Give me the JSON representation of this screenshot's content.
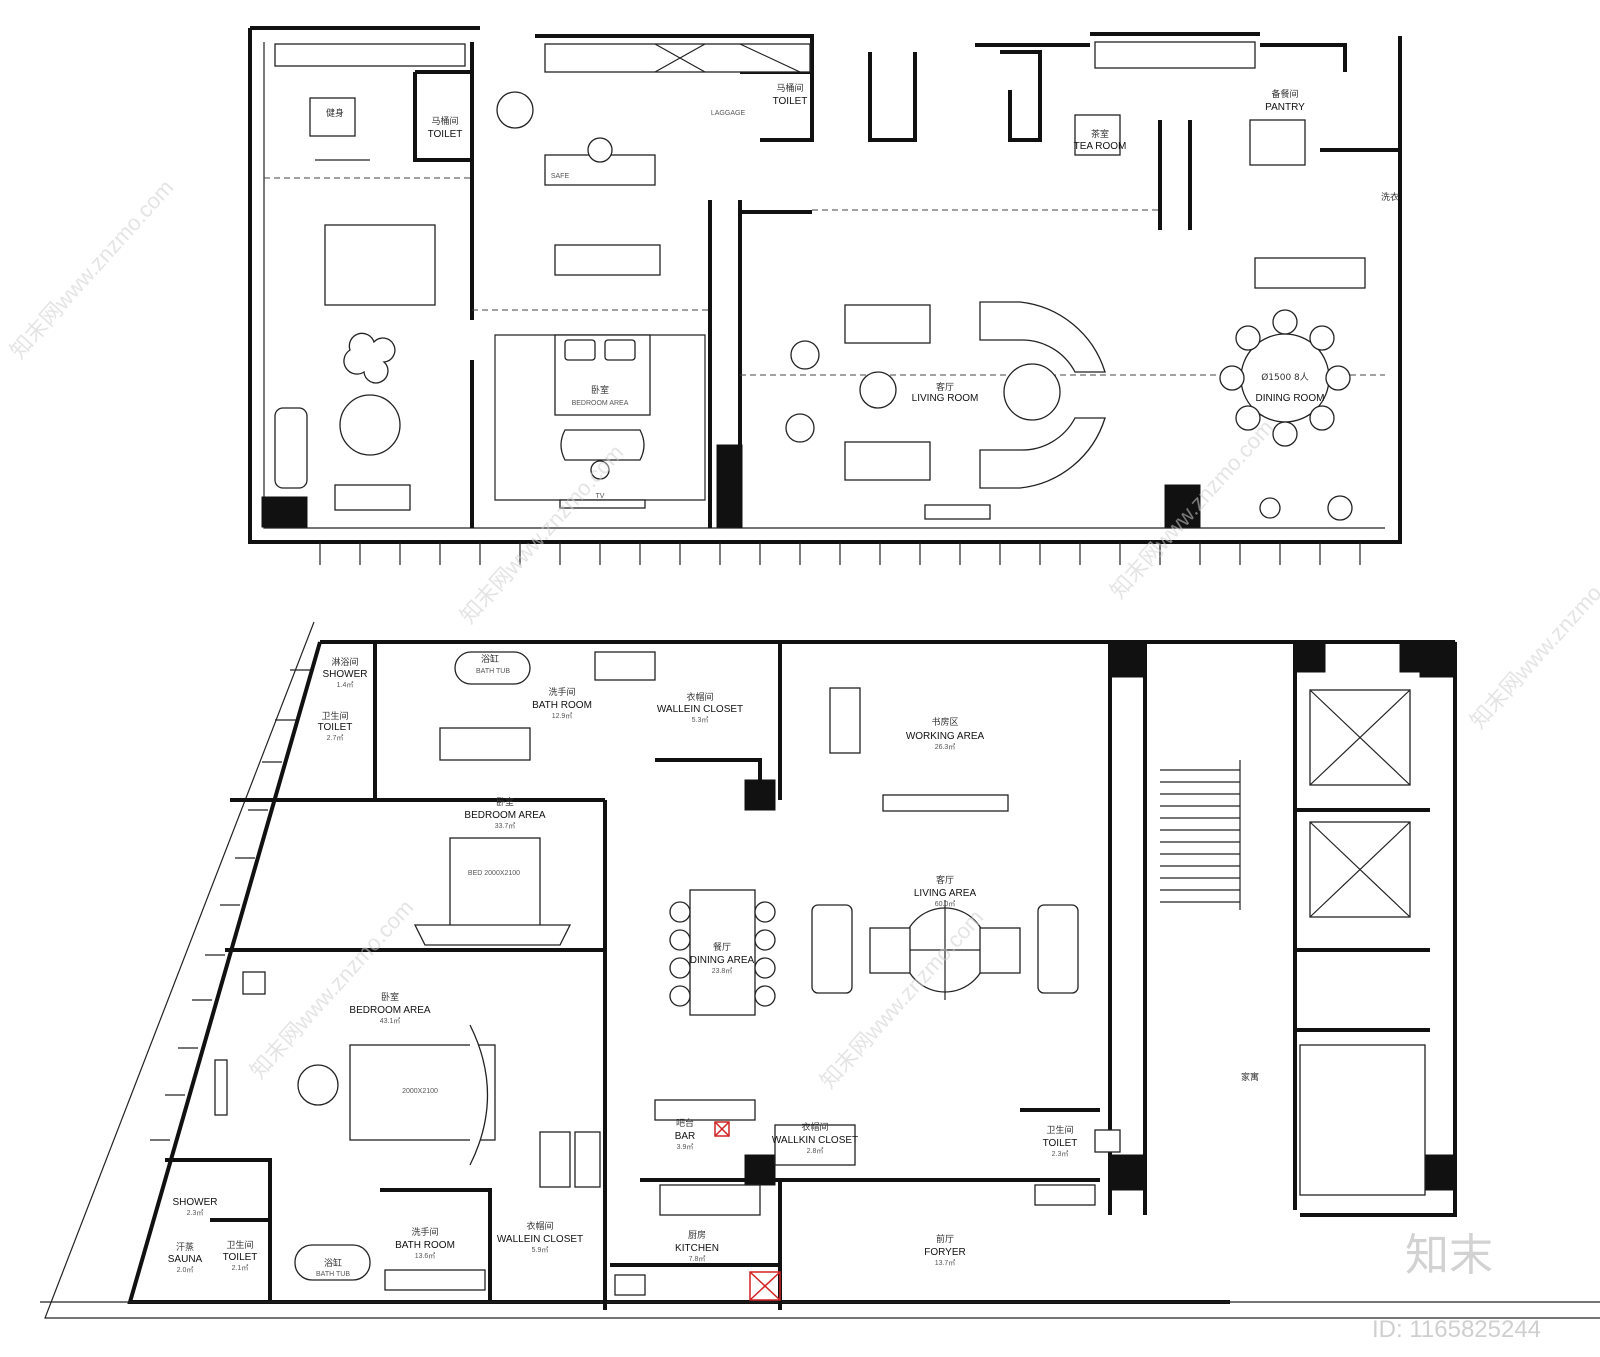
{
  "upper_plan": {
    "rooms": [
      {
        "id": "gym",
        "cn": "健身",
        "en": ""
      },
      {
        "id": "toilet_a",
        "cn": "马桶间",
        "en": "TOILET"
      },
      {
        "id": "toilet_b",
        "cn": "马桶间",
        "en": "TOILET"
      },
      {
        "id": "safe",
        "cn": "",
        "en": "SAFE"
      },
      {
        "id": "luggage",
        "cn": "",
        "en": "LAGGAGE"
      },
      {
        "id": "bedroom",
        "cn": "卧室",
        "en": "BEDROOM AREA"
      },
      {
        "id": "tv",
        "cn": "",
        "en": "TV"
      },
      {
        "id": "tea",
        "cn": "茶室",
        "en": "TEA ROOM"
      },
      {
        "id": "pantry",
        "cn": "备餐间",
        "en": "PANTRY"
      },
      {
        "id": "living",
        "cn": "客厅",
        "en": "LIVING ROOM"
      },
      {
        "id": "dining",
        "cn": "Ø1500 8人",
        "en": "DINING ROOM"
      },
      {
        "id": "wash",
        "cn": "洗衣",
        "en": ""
      }
    ]
  },
  "lower_plan": {
    "rooms": [
      {
        "id": "shower_a",
        "cn": "淋浴间",
        "en": "SHOWER",
        "area": "1.4㎡"
      },
      {
        "id": "toilet_c",
        "cn": "卫生间",
        "en": "TOILET",
        "area": "2.7㎡"
      },
      {
        "id": "bath_a",
        "cn": "洗手间",
        "en": "BATH ROOM",
        "area": "12.9㎡"
      },
      {
        "id": "bathtub_a",
        "cn": "浴缸",
        "en": "BATH TUB",
        "area": ""
      },
      {
        "id": "closet_a",
        "cn": "衣帽间",
        "en": "WALLEIN CLOSET",
        "area": "5.3㎡"
      },
      {
        "id": "working",
        "cn": "书房区",
        "en": "WORKING AREA",
        "area": "26.3㎡"
      },
      {
        "id": "bedroom_a",
        "cn": "卧室",
        "en": "BEDROOM AREA",
        "area": "33.7㎡"
      },
      {
        "id": "bed_a",
        "cn": "",
        "en": "BED 2000X2100",
        "area": ""
      },
      {
        "id": "living_l",
        "cn": "客厅",
        "en": "LIVING AREA",
        "area": "60.0㎡"
      },
      {
        "id": "dining_l",
        "cn": "餐厅",
        "en": "DINING AREA",
        "area": "23.8㎡"
      },
      {
        "id": "bedroom_b",
        "cn": "卧室",
        "en": "BEDROOM AREA",
        "area": "43.1㎡"
      },
      {
        "id": "bed_b",
        "cn": "",
        "en": "2000X2100",
        "area": ""
      },
      {
        "id": "bar",
        "cn": "吧台",
        "en": "BAR",
        "area": "3.9㎡"
      },
      {
        "id": "closet_b",
        "cn": "衣帽间",
        "en": "WALLKIN CLOSET",
        "area": "2.8㎡"
      },
      {
        "id": "toilet_d",
        "cn": "卫生间",
        "en": "TOILET",
        "area": "2.3㎡"
      },
      {
        "id": "shower_b",
        "cn": "",
        "en": "SHOWER",
        "area": "2.3㎡"
      },
      {
        "id": "sauna",
        "cn": "汗蒸",
        "en": "SAUNA",
        "area": "2.0㎡"
      },
      {
        "id": "toilet_e",
        "cn": "卫生间",
        "en": "TOILET",
        "area": "2.1㎡"
      },
      {
        "id": "bath_b",
        "cn": "洗手间",
        "en": "BATH ROOM",
        "area": "13.6㎡"
      },
      {
        "id": "bathtub_b",
        "cn": "浴缸",
        "en": "BATH TUB",
        "area": ""
      },
      {
        "id": "closet_c",
        "cn": "衣帽间",
        "en": "WALLEIN CLOSET",
        "area": "5.9㎡"
      },
      {
        "id": "kitchen",
        "cn": "厨房",
        "en": "KITCHEN",
        "area": "7.8㎡"
      },
      {
        "id": "foyer",
        "cn": "前厅",
        "en": "FORYER",
        "area": "13.7㎡"
      },
      {
        "id": "lobby",
        "cn": "家寓",
        "en": "",
        "area": ""
      }
    ]
  },
  "watermarks": {
    "site": "知末网www.znzmo.com",
    "brand": "知末",
    "id_label": "ID: 1165825244"
  },
  "colors": {
    "ink": "#111111",
    "watermark": "#cfcfcf",
    "marker": "#d22222"
  }
}
